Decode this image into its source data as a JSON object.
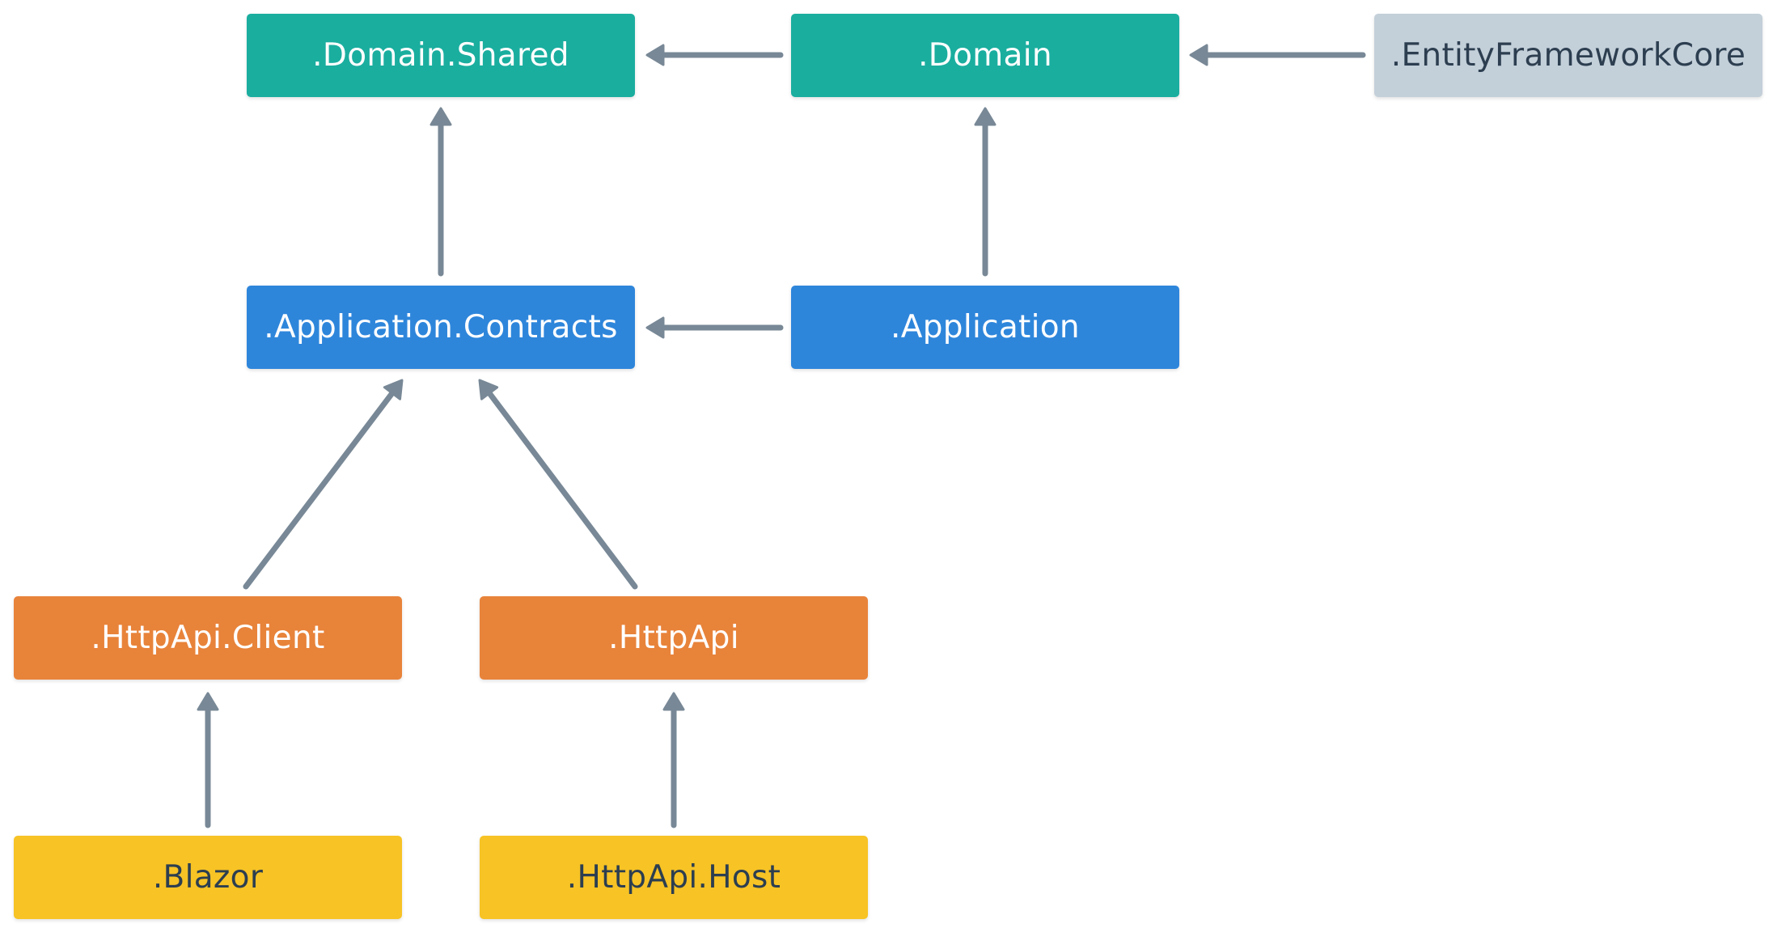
{
  "colors": {
    "domain_layer": "#1aae9f",
    "application_layer": "#2e86db",
    "api_layer": "#e8833a",
    "host_layer": "#f7c325",
    "infrastructure_layer": "#c3cfd9",
    "arrow": "#788896"
  },
  "nodes": {
    "domain_shared": ".Domain.Shared",
    "domain": ".Domain",
    "efcore": ".EntityFrameworkCore",
    "application_contracts": ".Application.Contracts",
    "application": ".Application",
    "httpapi_client": ".HttpApi.Client",
    "httpapi": ".HttpApi",
    "blazor": ".Blazor",
    "httpapi_host": ".HttpApi.Host"
  },
  "edges": [
    {
      "from": "domain",
      "to": "domain_shared"
    },
    {
      "from": "efcore",
      "to": "domain"
    },
    {
      "from": "application_contracts",
      "to": "domain_shared"
    },
    {
      "from": "application",
      "to": "domain"
    },
    {
      "from": "application",
      "to": "application_contracts"
    },
    {
      "from": "httpapi_client",
      "to": "application_contracts"
    },
    {
      "from": "httpapi",
      "to": "application_contracts"
    },
    {
      "from": "blazor",
      "to": "httpapi_client"
    },
    {
      "from": "httpapi_host",
      "to": "httpapi"
    }
  ]
}
